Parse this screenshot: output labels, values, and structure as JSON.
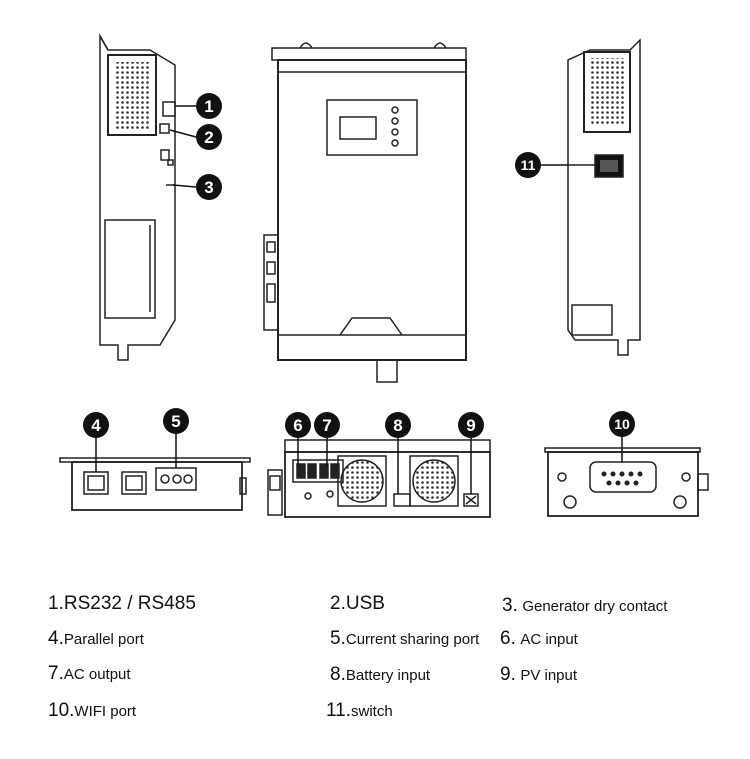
{
  "callouts": [
    "1",
    "2",
    "3",
    "4",
    "5",
    "6",
    "7",
    "8",
    "9",
    "10",
    "11"
  ],
  "legend": [
    {
      "num": "1.",
      "text": "RS232 / RS485"
    },
    {
      "num": "2.",
      "text": "USB"
    },
    {
      "num": "3.",
      "text": "Generator dry contact"
    },
    {
      "num": "4.",
      "text": "Parallel port"
    },
    {
      "num": "5.",
      "text": "Current sharing port"
    },
    {
      "num": "6.",
      "text": "AC input"
    },
    {
      "num": "7.",
      "text": "AC output"
    },
    {
      "num": "8.",
      "text": "Battery input"
    },
    {
      "num": "9.",
      "text": "PV input"
    },
    {
      "num": "10.",
      "text": "WIFI port"
    },
    {
      "num": "11.",
      "text": "switch"
    }
  ],
  "colors": {
    "line": "#222222",
    "mesh": "#333333",
    "callout_fill": "#111111",
    "callout_text": "#ffffff"
  }
}
